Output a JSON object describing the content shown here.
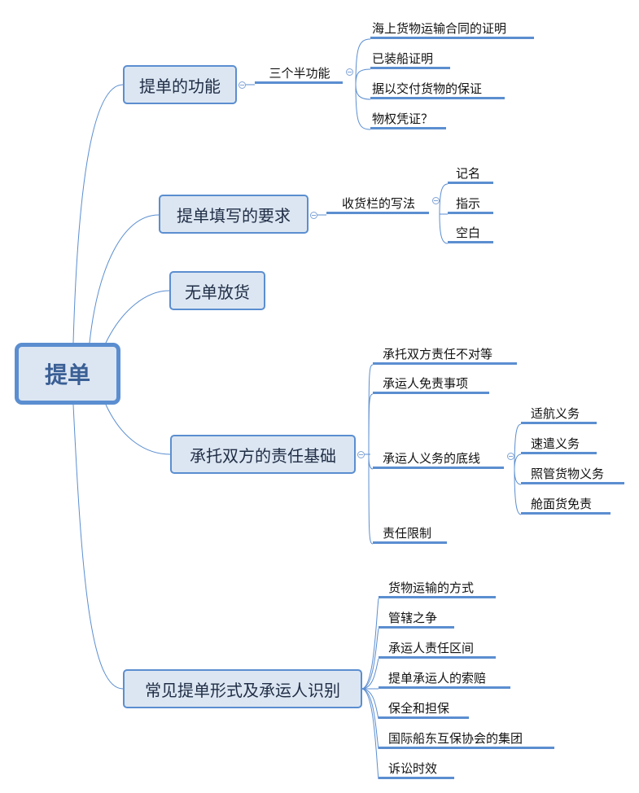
{
  "root": "提单",
  "branches": [
    {
      "label": "提单的功能",
      "sub": {
        "label": "三个半功能",
        "children": [
          "海上货物运输合同的证明",
          "已装船证明",
          "据以交付货物的保证",
          "物权凭证？"
        ]
      }
    },
    {
      "label": "提单填写的要求",
      "sub": {
        "label": "收货栏的写法",
        "children": [
          "记名",
          "指示",
          "空白"
        ]
      }
    },
    {
      "label": "无单放货"
    },
    {
      "label": "承托双方的责任基础",
      "children": [
        "承托双方责任不对等",
        "承运人免责事项",
        "承运人义务的底线",
        "责任限制"
      ],
      "sub": {
        "children": [
          "适航义务",
          "速遣义务",
          "照管货物义务",
          "舱面货免责"
        ]
      }
    },
    {
      "label": "常见提单形式及承运人识别",
      "children": [
        "货物运输的方式",
        "管辖之争",
        "承运人责任区间",
        "提单承运人的索赔",
        "保全和担保",
        "国际船东互保协会的集团",
        "诉讼时效"
      ]
    }
  ],
  "colors": {
    "accent": "#5b8ed0",
    "fill": "#dce6f2"
  }
}
